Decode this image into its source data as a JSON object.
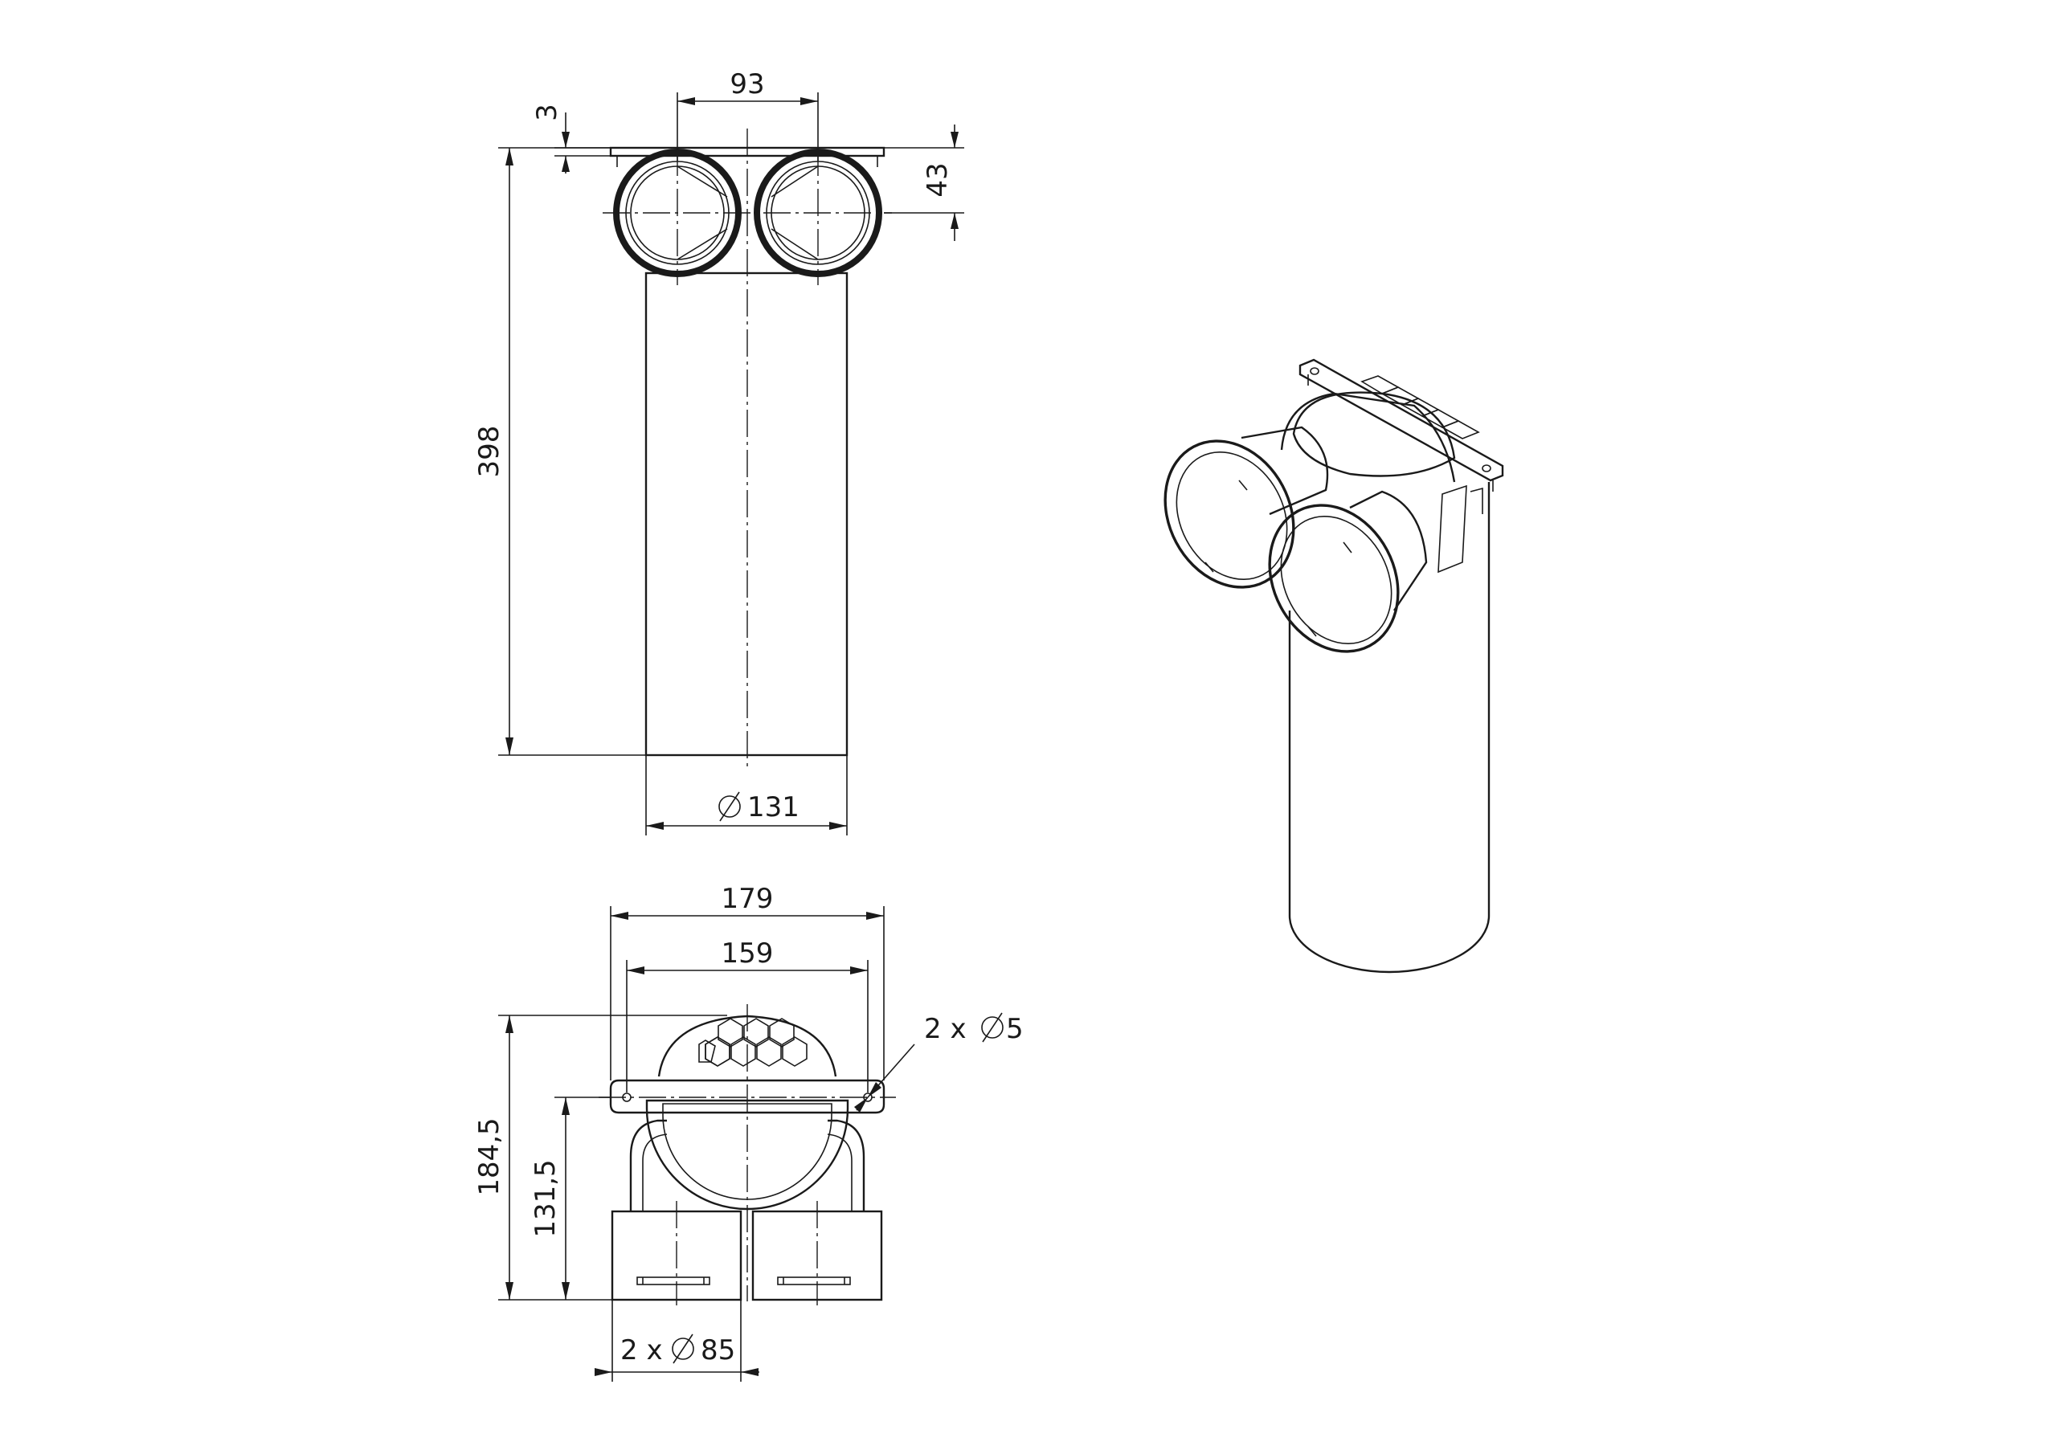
{
  "dimensions": {
    "top_view": {
      "pitch": "93",
      "flange": "3",
      "outlet_height": "43",
      "length": "398",
      "diameter": "131"
    },
    "side_view": {
      "overall_width": "179",
      "flange_width": "159",
      "holes": "2 x",
      "holes_dia": "5",
      "overall_height": "184,5",
      "axis_height": "131,5",
      "outlets": "2 x",
      "outlets_dia": "85"
    }
  },
  "colors": {
    "line": "#1a1a1a",
    "background": "#ffffff"
  }
}
